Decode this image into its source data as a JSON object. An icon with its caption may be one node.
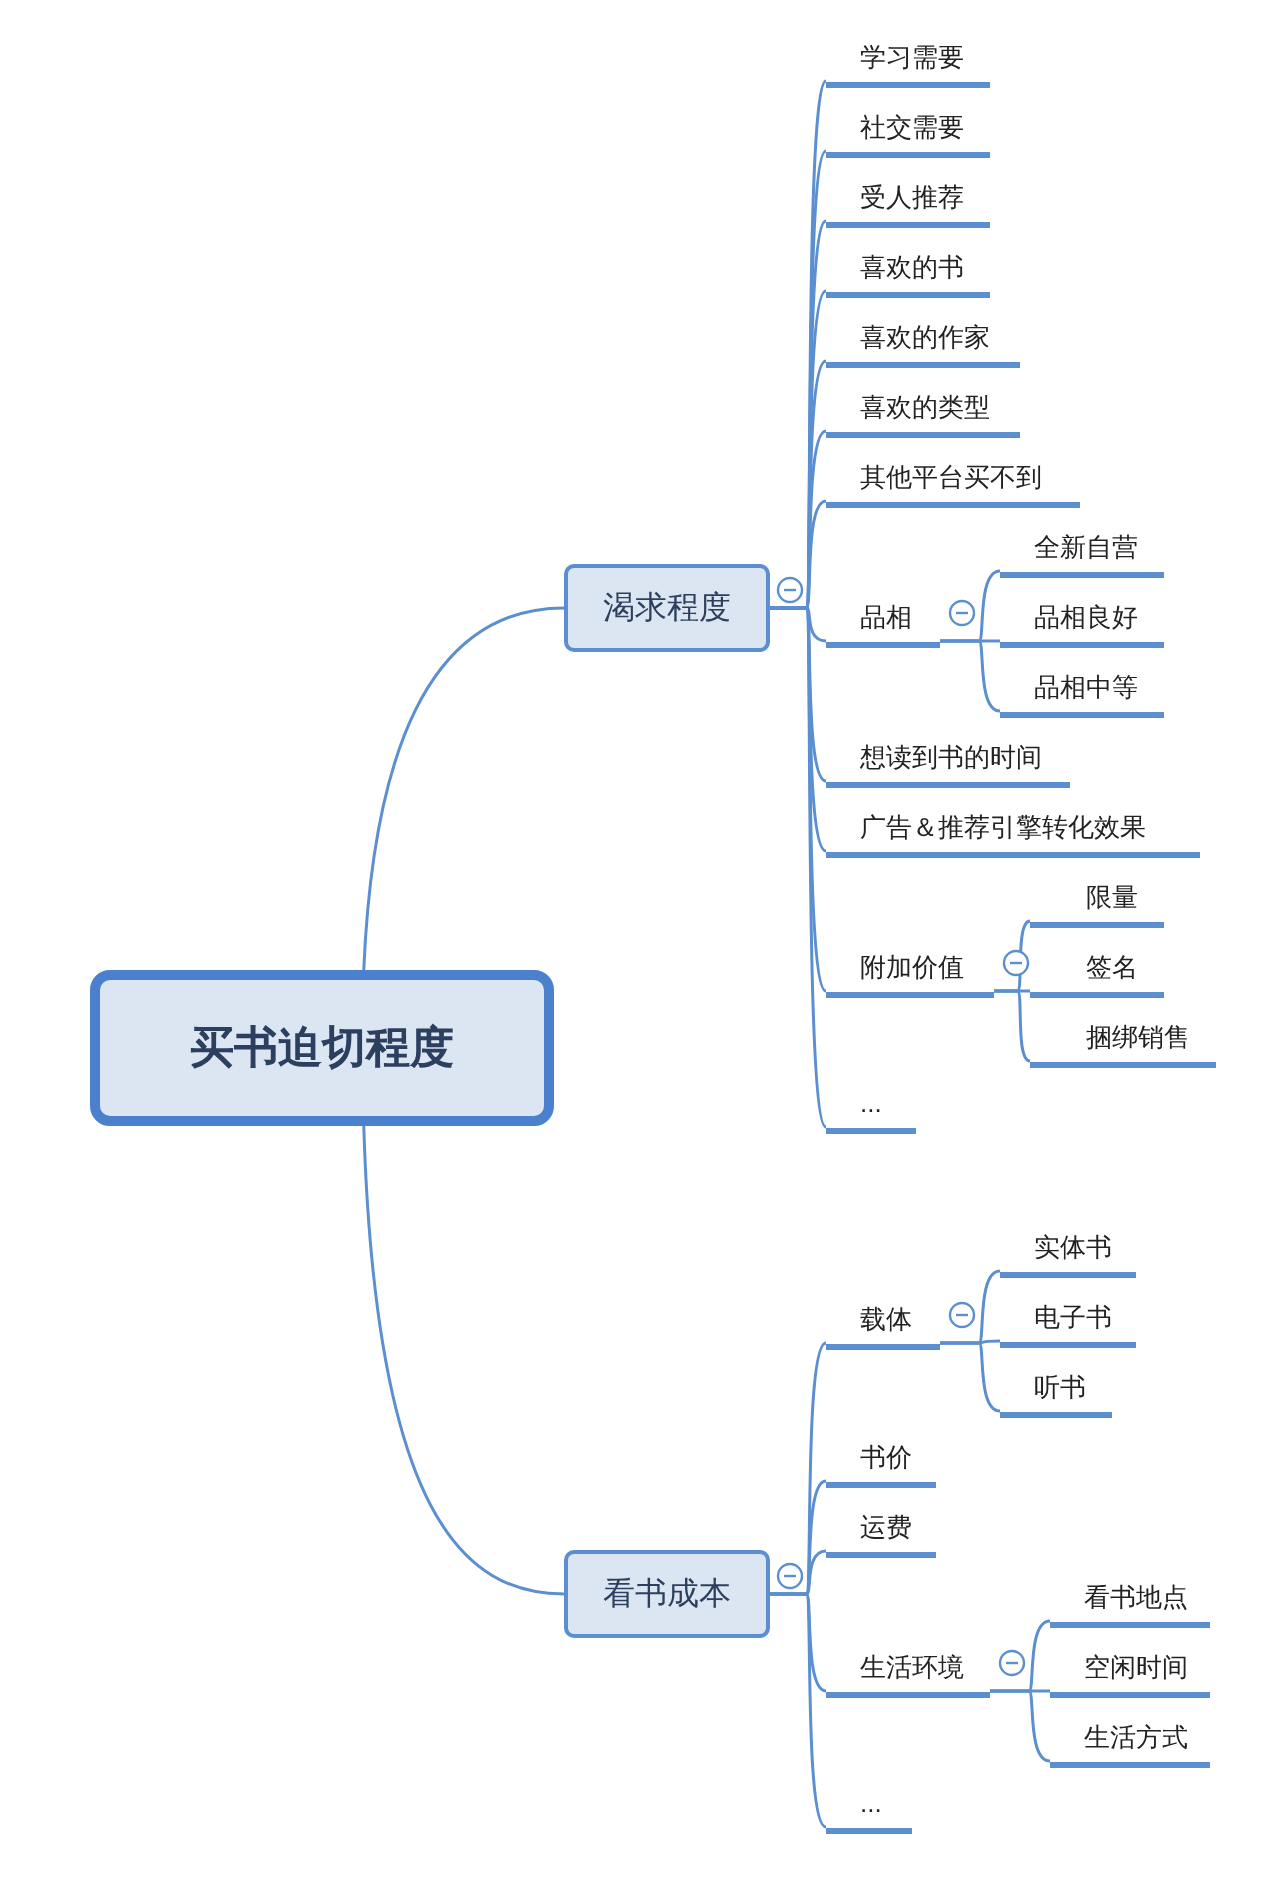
{
  "diagram": {
    "nodes": [
      {
        "text": [
          "买书迫切程度"
        ]
      },
      {
        "text": [
          "渴求程度"
        ]
      },
      {
        "text": [
          "学习需要"
        ]
      },
      {
        "text": [
          "社交需要"
        ]
      },
      {
        "text": [
          "受人推荐"
        ]
      },
      {
        "text": [
          "喜欢的书"
        ]
      },
      {
        "text": [
          "喜欢的作家"
        ]
      },
      {
        "text": [
          "喜欢的类型"
        ]
      },
      {
        "text": [
          "其他平台买不到"
        ]
      },
      {
        "text": [
          "品相"
        ]
      },
      {
        "text": [
          "全新自营"
        ]
      },
      {
        "text": [
          "品相良好"
        ]
      },
      {
        "text": [
          "品相中等"
        ]
      },
      {
        "text": [
          "想读到书的时间"
        ]
      },
      {
        "text": [
          "广告＆推荐引擎转化效果"
        ]
      },
      {
        "text": [
          "附加价值"
        ]
      },
      {
        "text": [
          "限量"
        ]
      },
      {
        "text": [
          "签名"
        ]
      },
      {
        "text": [
          "捆绑销售"
        ]
      },
      {
        "text": [
          "..."
        ]
      },
      {
        "text": [
          "看书成本"
        ]
      },
      {
        "text": [
          "载体"
        ]
      },
      {
        "text": [
          "实体书"
        ]
      },
      {
        "text": [
          "电子书"
        ]
      },
      {
        "text": [
          "听书"
        ]
      },
      {
        "text": [
          "书价"
        ]
      },
      {
        "text": [
          "运费"
        ]
      },
      {
        "text": [
          "生活环境"
        ]
      },
      {
        "text": [
          "看书地点"
        ]
      },
      {
        "text": [
          "空闲时间"
        ]
      },
      {
        "text": [
          "生活方式"
        ]
      },
      {
        "text": [
          "..."
        ]
      }
    ],
    "edges": [
      {
        "from": 0,
        "to": 1,
        "arrow": "none"
      },
      {
        "from": 0,
        "to": 20,
        "arrow": "none"
      },
      {
        "from": 1,
        "to": 2,
        "arrow": "none"
      },
      {
        "from": 1,
        "to": 3,
        "arrow": "none"
      },
      {
        "from": 1,
        "to": 4,
        "arrow": "none"
      },
      {
        "from": 1,
        "to": 5,
        "arrow": "none"
      },
      {
        "from": 1,
        "to": 6,
        "arrow": "none"
      },
      {
        "from": 1,
        "to": 7,
        "arrow": "none"
      },
      {
        "from": 1,
        "to": 8,
        "arrow": "none"
      },
      {
        "from": 1,
        "to": 9,
        "arrow": "none"
      },
      {
        "from": 9,
        "to": 10,
        "arrow": "none"
      },
      {
        "from": 9,
        "to": 11,
        "arrow": "none"
      },
      {
        "from": 9,
        "to": 12,
        "arrow": "none"
      },
      {
        "from": 1,
        "to": 13,
        "arrow": "none"
      },
      {
        "from": 1,
        "to": 14,
        "arrow": "none"
      },
      {
        "from": 1,
        "to": 15,
        "arrow": "none"
      },
      {
        "from": 15,
        "to": 16,
        "arrow": "none"
      },
      {
        "from": 15,
        "to": 17,
        "arrow": "none"
      },
      {
        "from": 15,
        "to": 18,
        "arrow": "none"
      },
      {
        "from": 1,
        "to": 19,
        "arrow": "none"
      },
      {
        "from": 20,
        "to": 21,
        "arrow": "none"
      },
      {
        "from": 21,
        "to": 22,
        "arrow": "none"
      },
      {
        "from": 21,
        "to": 23,
        "arrow": "none"
      },
      {
        "from": 21,
        "to": 24,
        "arrow": "none"
      },
      {
        "from": 20,
        "to": 25,
        "arrow": "none"
      },
      {
        "from": 20,
        "to": 26,
        "arrow": "none"
      },
      {
        "from": 20,
        "to": 27,
        "arrow": "none"
      },
      {
        "from": 27,
        "to": 28,
        "arrow": "none"
      },
      {
        "from": 27,
        "to": 29,
        "arrow": "none"
      },
      {
        "from": 27,
        "to": 30,
        "arrow": "none"
      },
      {
        "from": 20,
        "to": 31,
        "arrow": "none"
      }
    ]
  }
}
